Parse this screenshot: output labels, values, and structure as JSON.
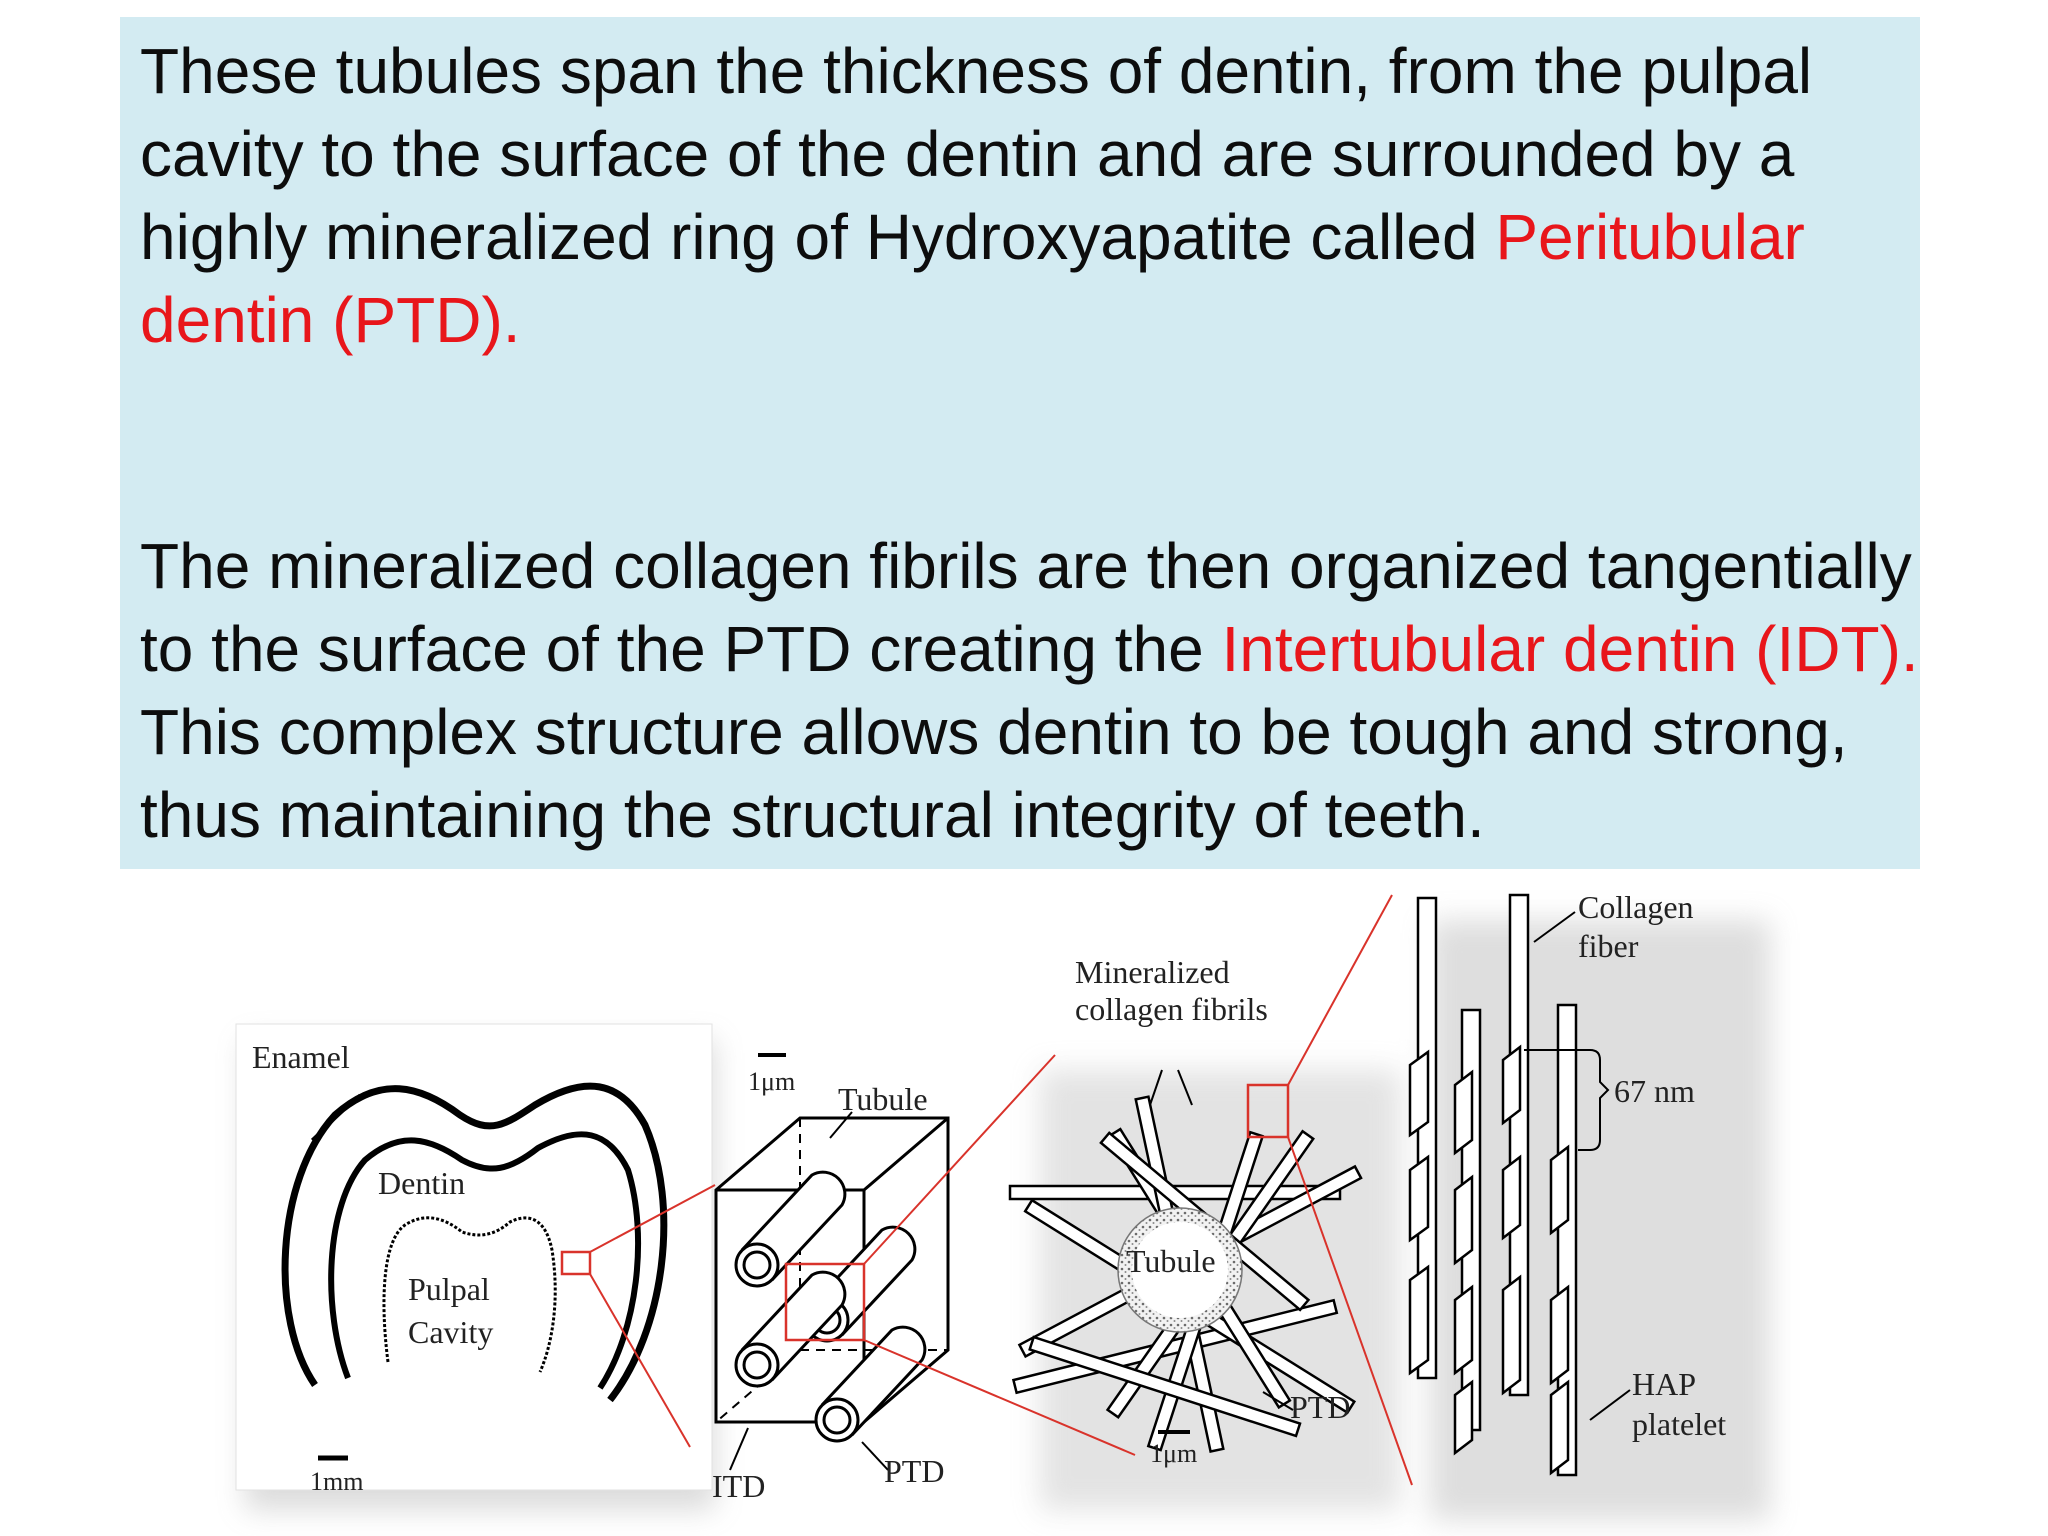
{
  "paragraph1": {
    "text": "These tubules span the thickness of dentin, from the pulpal cavity to the surface of the dentin and are surrounded by a highly mineralized ring of Hydroxyapatite called ",
    "highlight": "Peritubular dentin (PTD)."
  },
  "paragraph2": {
    "text_before": "The mineralized collagen fibrils are then organized tangentially to the surface of the PTD creating the ",
    "highlight": "Intertubular dentin (IDT).",
    "text_after": " This complex structure allows dentin to be tough and strong, thus maintaining the structural integrity of teeth."
  },
  "diagram": {
    "tooth": {
      "enamel": "Enamel",
      "dentin": "Dentin",
      "pulpal_1": "Pulpal",
      "pulpal_2": "Cavity",
      "scale": "1mm"
    },
    "cube": {
      "scale": "1μm",
      "tubule": "Tubule",
      "itd": "ITD",
      "ptd": "PTD"
    },
    "fibrils": {
      "mineralized_1": "Mineralized",
      "mineralized_2": "collagen fibrils",
      "tubule": "Tubule",
      "ptd": "PTD",
      "scale": "1μm"
    },
    "fiber": {
      "collagen_1": "Collagen",
      "collagen_2": "fiber",
      "period": "67 nm",
      "hap_1": "HAP",
      "hap_2": "platelet"
    }
  },
  "colors": {
    "highlight": "#e8161b",
    "panel": "#d3ebf2",
    "zoom_lines": "#d9332b"
  }
}
